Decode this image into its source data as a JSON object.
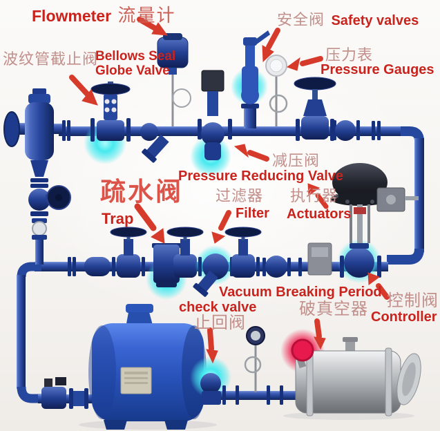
{
  "labels": {
    "flowmeter": {
      "en": "Flowmeter",
      "zh": "流量计"
    },
    "bellows_globe_valve": {
      "zh": "波纹管截止阀",
      "en_line1": "Bellows Seal",
      "en_line2": "Globe Valve"
    },
    "safety_valves": {
      "zh": "安全阀",
      "en": "Safety valves"
    },
    "pressure_gauges": {
      "zh": "压力表",
      "en": "Pressure Gauges"
    },
    "pressure_reducing_valve": {
      "zh": "减压阀",
      "en": "Pressure Reducing Valve"
    },
    "trap": {
      "zh": "疏水阀",
      "en": "Trap"
    },
    "filter": {
      "zh": "过滤器",
      "en": "Filter"
    },
    "actuators": {
      "zh": "执行器",
      "en": "Actuators"
    },
    "vacuum_breaker": {
      "en": "Vacuum Breaking Period",
      "zh": "破真空器"
    },
    "check_valve": {
      "en": "check valve",
      "zh": "止回阀"
    },
    "controller": {
      "zh": "控制阀",
      "en": "Controller"
    }
  },
  "colors": {
    "label_red": "#c9231d",
    "zh_faded": "#c28f8b",
    "zh_strong": "#cd6157",
    "trap_red": "#dc5449",
    "arrow_red": "#d63a2b",
    "pipe_blue": "#26479e",
    "tank_blue": "#2f5cc4",
    "glow_cyan": "#46e9ef",
    "glow_red": "#ef2a56",
    "steel_grey": "#aeb2b6",
    "background": "#f6f4f1"
  },
  "highlights": {
    "cyan_glow_on": [
      "bellows-seal-globe-valve",
      "pressure-reducing-valve",
      "safety-valve",
      "steam-trap",
      "filter",
      "control-valve",
      "check-valve"
    ],
    "red_glow_on": [
      "vacuum-breaker"
    ]
  }
}
